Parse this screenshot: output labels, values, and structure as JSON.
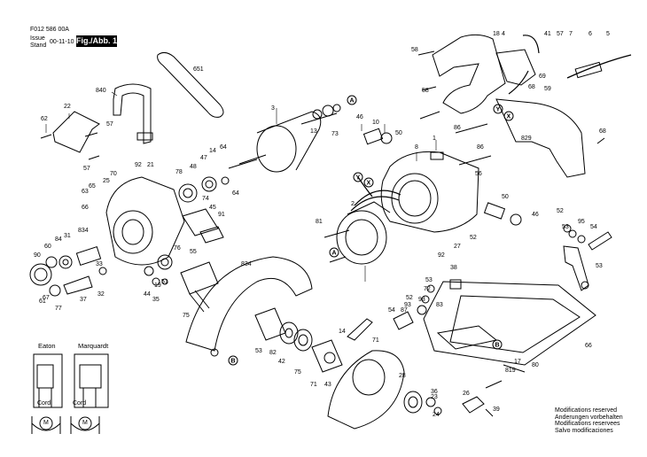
{
  "header": {
    "doc_number": "F012 586 00A",
    "issue_label": "Issue",
    "stand_label": "Stand",
    "issue_date": "00-11-10",
    "figure": "Fig./Abb. 1"
  },
  "wiring": {
    "eaton": "Eaton",
    "marquardt": "Marquardt",
    "cord_left": "Cord",
    "cord_right": "Cord",
    "motor_symbol": "M"
  },
  "ref_markers": [
    "A",
    "B",
    "X",
    "Y"
  ],
  "part_labels": [
    "651",
    "840",
    "22",
    "62",
    "57",
    "57",
    "3",
    "73",
    "13",
    "46",
    "10",
    "50",
    "86",
    "8",
    "1",
    "86",
    "58",
    "18",
    "4",
    "41",
    "57",
    "7",
    "6",
    "5",
    "69",
    "59",
    "68",
    "829",
    "58",
    "68",
    "64",
    "47",
    "14",
    "78",
    "48",
    "64",
    "74",
    "45",
    "91",
    "70",
    "25",
    "92",
    "21",
    "65",
    "63",
    "66",
    "2",
    "81",
    "56",
    "50",
    "76",
    "46",
    "52",
    "53",
    "95",
    "54",
    "53",
    "93",
    "83",
    "92",
    "27",
    "52",
    "60",
    "84",
    "31",
    "834",
    "90",
    "55",
    "19",
    "33",
    "32",
    "37",
    "77",
    "67",
    "61",
    "44",
    "35",
    "51",
    "75",
    "834",
    "38",
    "72",
    "53",
    "52",
    "93",
    "87",
    "54",
    "53",
    "82",
    "42",
    "75",
    "14",
    "71",
    "43",
    "71",
    "28",
    "36",
    "23",
    "24",
    "26",
    "39",
    "80",
    "66",
    "819",
    "17",
    "16"
  ],
  "modifications": {
    "line1": "Modifications reserved",
    "line2": "Anderungen vorbehalten",
    "line3": "Modifications reservees",
    "line4": "Salvo modificaciones"
  }
}
